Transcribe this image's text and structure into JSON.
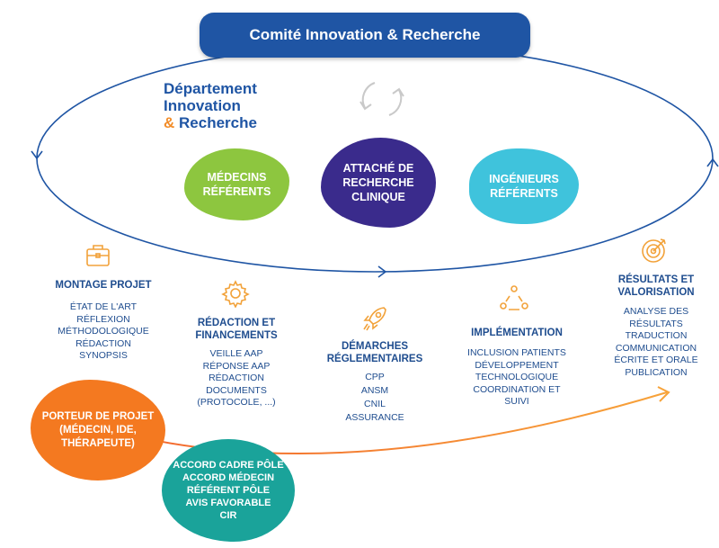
{
  "banner": {
    "title": "Comité Innovation & Recherche"
  },
  "department": {
    "line1": "Département",
    "line2": "Innovation",
    "amp": "&",
    "line3": "Recherche"
  },
  "teams": [
    {
      "label_lines": [
        "MÉDECINS",
        "RÉFÉRENTS"
      ],
      "color": "#8dc63f"
    },
    {
      "label_lines": [
        "ATTACHÉ DE",
        "RECHERCHE",
        "CLINIQUE"
      ],
      "color": "#3a2b8c"
    },
    {
      "label_lines": [
        "INGÉNIEURS",
        "RÉFÉRENTS"
      ],
      "color": "#3fc3dc"
    }
  ],
  "stages": [
    {
      "icon": "briefcase-icon",
      "title_lines": [
        "MONTAGE PROJET"
      ],
      "items": [
        "ÉTAT DE L'ART",
        "RÉFLEXION",
        "MÉTHODOLOGIQUE",
        "RÉDACTION",
        "SYNOPSIS"
      ]
    },
    {
      "icon": "gear-icon",
      "title_lines": [
        "RÉDACTION ET",
        "FINANCEMENTS"
      ],
      "items": [
        "VEILLE AAP",
        "RÉPONSE AAP",
        "RÉDACTION",
        "DOCUMENTS",
        "(PROTOCOLE, ...)"
      ]
    },
    {
      "icon": "rocket-icon",
      "title_lines": [
        "DÉMARCHES",
        "RÉGLEMENTAIRES"
      ],
      "items": [
        "CPP",
        "ANSM",
        "CNIL",
        "ASSURANCE"
      ]
    },
    {
      "icon": "people-network-icon",
      "title_lines": [
        "IMPLÉMENTATION"
      ],
      "items": [
        "INCLUSION PATIENTS",
        "DÉVELOPPEMENT",
        "TECHNOLOGIQUE",
        "COORDINATION ET",
        "SUIVI"
      ]
    },
    {
      "icon": "target-icon",
      "title_lines": [
        "RÉSULTATS ET",
        "VALORISATION"
      ],
      "items": [
        "ANALYSE DES",
        "RÉSULTATS",
        "TRADUCTION",
        "COMMUNICATION",
        "ÉCRITE ET ORALE",
        "PUBLICATION"
      ]
    }
  ],
  "porteur": {
    "lines": [
      "PORTEUR DE PROJET",
      "(MÉDECIN, IDE,",
      "THÉRAPEUTE)"
    ],
    "color": "#f47920"
  },
  "accord": {
    "lines": [
      "ACCORD CADRE PÔLE",
      "ACCORD MÉDECIN",
      "RÉFÉRENT PÔLE",
      "AVIS FAVORABLE",
      "CIR"
    ],
    "color": "#1aa39a"
  },
  "colors": {
    "navy": "#1f55a4",
    "orange": "#f28c28",
    "text": "#1f4d8f"
  }
}
